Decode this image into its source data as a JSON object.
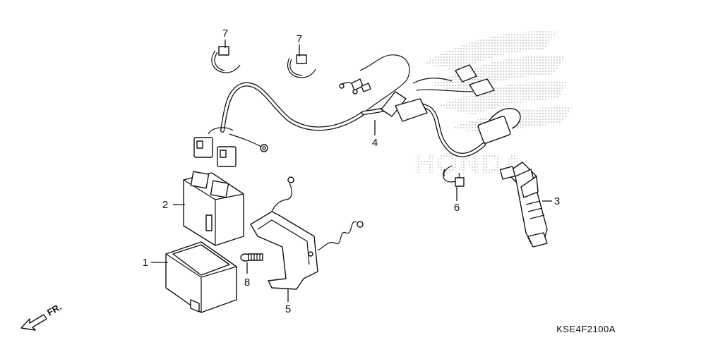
{
  "diagram_code": "KSE4F2100A",
  "brand_watermark": "HONDA",
  "direction_label": "FR.",
  "callouts": [
    {
      "id": "c1",
      "label": "1"
    },
    {
      "id": "c2",
      "label": "2"
    },
    {
      "id": "c3",
      "label": "3"
    },
    {
      "id": "c4",
      "label": "4"
    },
    {
      "id": "c5",
      "label": "5"
    },
    {
      "id": "c6",
      "label": "6"
    },
    {
      "id": "c7a",
      "label": "7"
    },
    {
      "id": "c7b",
      "label": "7"
    },
    {
      "id": "c8",
      "label": "8"
    }
  ]
}
